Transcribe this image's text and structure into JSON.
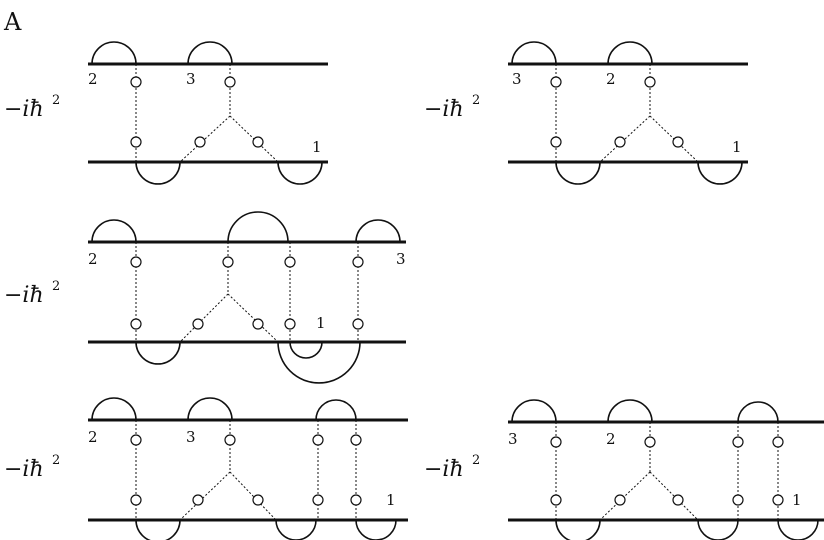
{
  "panel_label": "A",
  "diagrams": [
    {
      "coefficient": "−iħ",
      "exponent": "2",
      "labels": [
        "2",
        "3",
        "1"
      ]
    },
    {
      "coefficient": "−iħ",
      "exponent": "2",
      "labels": [
        "3",
        "2",
        "1"
      ]
    },
    {
      "coefficient": "−iħ",
      "exponent": "2",
      "labels": [
        "2",
        "3",
        "1"
      ]
    },
    {
      "coefficient": "−iħ",
      "exponent": "2",
      "labels": [
        "2",
        "3",
        "1"
      ]
    },
    {
      "coefficient": "−iħ",
      "exponent": "2",
      "labels": [
        "3",
        "2",
        "1"
      ]
    }
  ]
}
